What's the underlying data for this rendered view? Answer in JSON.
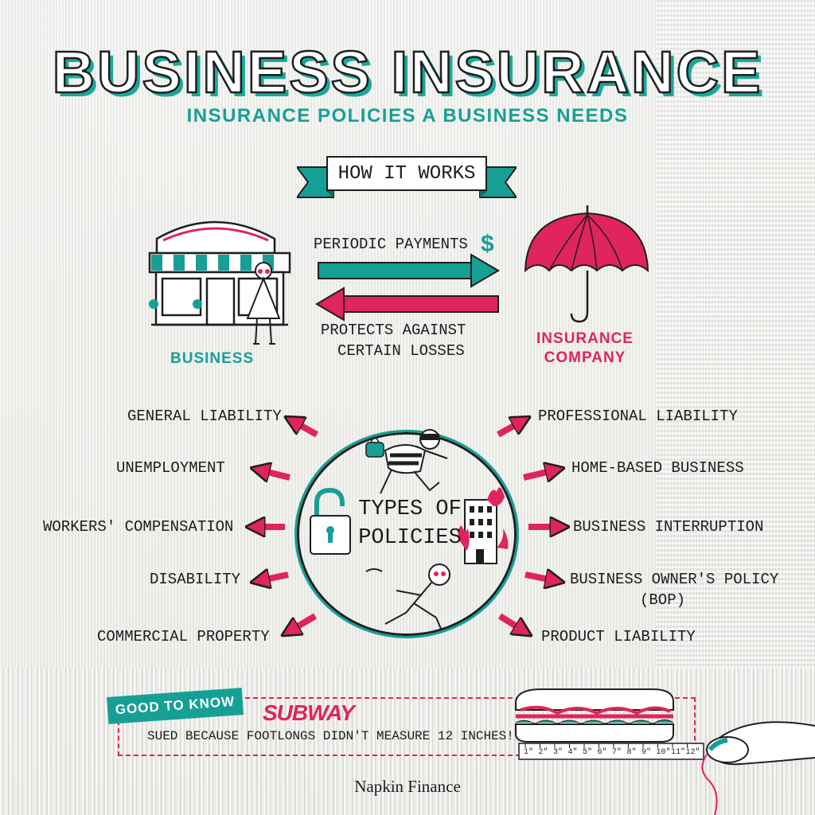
{
  "title": "BUSINESS INSURANCE",
  "subtitle": "INSURANCE POLICIES A BUSINESS NEEDS",
  "how_it_works": {
    "banner": "HOW IT WORKS",
    "business_label": "BUSINESS",
    "company_label_1": "INSURANCE",
    "company_label_2": "COMPANY",
    "periodic": "PERIODIC PAYMENTS",
    "dollar": "$",
    "protects_1": "PROTECTS AGAINST",
    "protects_2": "CERTAIN LOSSES"
  },
  "center": {
    "line1": "TYPES OF",
    "line2": "POLICIES"
  },
  "policies_left": [
    "GENERAL LIABILITY",
    "UNEMPLOYMENT",
    "WORKERS' COMPENSATION",
    "DISABILITY",
    "COMMERCIAL PROPERTY"
  ],
  "policies_right": [
    "PROFESSIONAL LIABILITY",
    "HOME-BASED BUSINESS",
    "BUSINESS INTERRUPTION",
    "BUSINESS OWNER'S POLICY",
    "(BOP)",
    "PRODUCT LIABILITY"
  ],
  "good_to_know": {
    "tag": "GOOD TO KNOW",
    "brand": "SUBWAY",
    "text": "SUED BECAUSE FOOTLONGS DIDN'T MEASURE 12 INCHES!",
    "ruler": [
      "1\"",
      "2\"",
      "3\"",
      "4\"",
      "5\"",
      "6\"",
      "7\"",
      "8\"",
      "9\"",
      "10\"",
      "11\"",
      "12\""
    ]
  },
  "credit": "Napkin Finance",
  "colors": {
    "teal": "#16a095",
    "pink": "#e0245e",
    "ink": "#1f1f1f"
  }
}
